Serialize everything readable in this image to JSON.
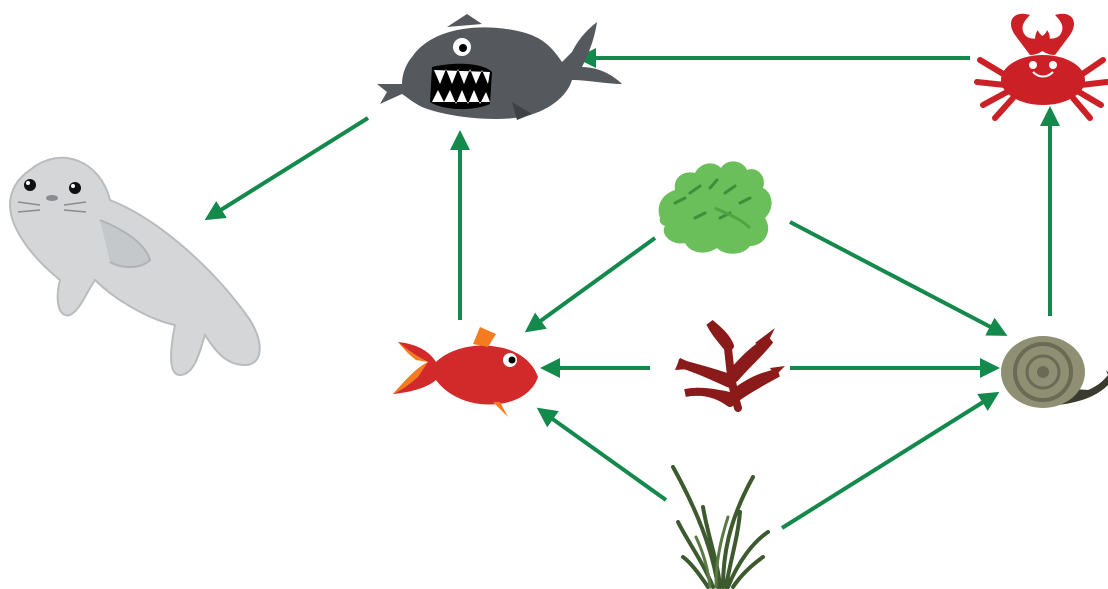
{
  "diagram": {
    "type": "food-web",
    "organisms": [
      {
        "id": "seal",
        "icon": "seal-icon",
        "color": "#d4d6d8"
      },
      {
        "id": "predatory-fish",
        "icon": "predatory-fish-icon",
        "color": "#55585c"
      },
      {
        "id": "crab",
        "icon": "crab-icon",
        "color": "#cc2027"
      },
      {
        "id": "green-algae",
        "icon": "green-algae-icon",
        "color": "#6abf5a"
      },
      {
        "id": "small-fish",
        "icon": "small-fish-icon",
        "color": "#d22a2a"
      },
      {
        "id": "red-seaweed",
        "icon": "red-seaweed-icon",
        "color": "#8b1a1a"
      },
      {
        "id": "snail",
        "icon": "snail-icon",
        "color": "#8f8f74"
      },
      {
        "id": "seagrass",
        "icon": "seagrass-icon",
        "color": "#3d5a2e"
      }
    ],
    "arrows": [
      {
        "from": "crab",
        "to": "predatory-fish"
      },
      {
        "from": "predatory-fish",
        "to": "seal"
      },
      {
        "from": "small-fish",
        "to": "predatory-fish"
      },
      {
        "from": "snail",
        "to": "crab"
      },
      {
        "from": "green-algae",
        "to": "small-fish"
      },
      {
        "from": "green-algae",
        "to": "snail"
      },
      {
        "from": "red-seaweed",
        "to": "small-fish"
      },
      {
        "from": "red-seaweed",
        "to": "snail"
      },
      {
        "from": "seagrass",
        "to": "small-fish"
      },
      {
        "from": "seagrass",
        "to": "snail"
      }
    ],
    "arrow_color": "#138a4c"
  }
}
